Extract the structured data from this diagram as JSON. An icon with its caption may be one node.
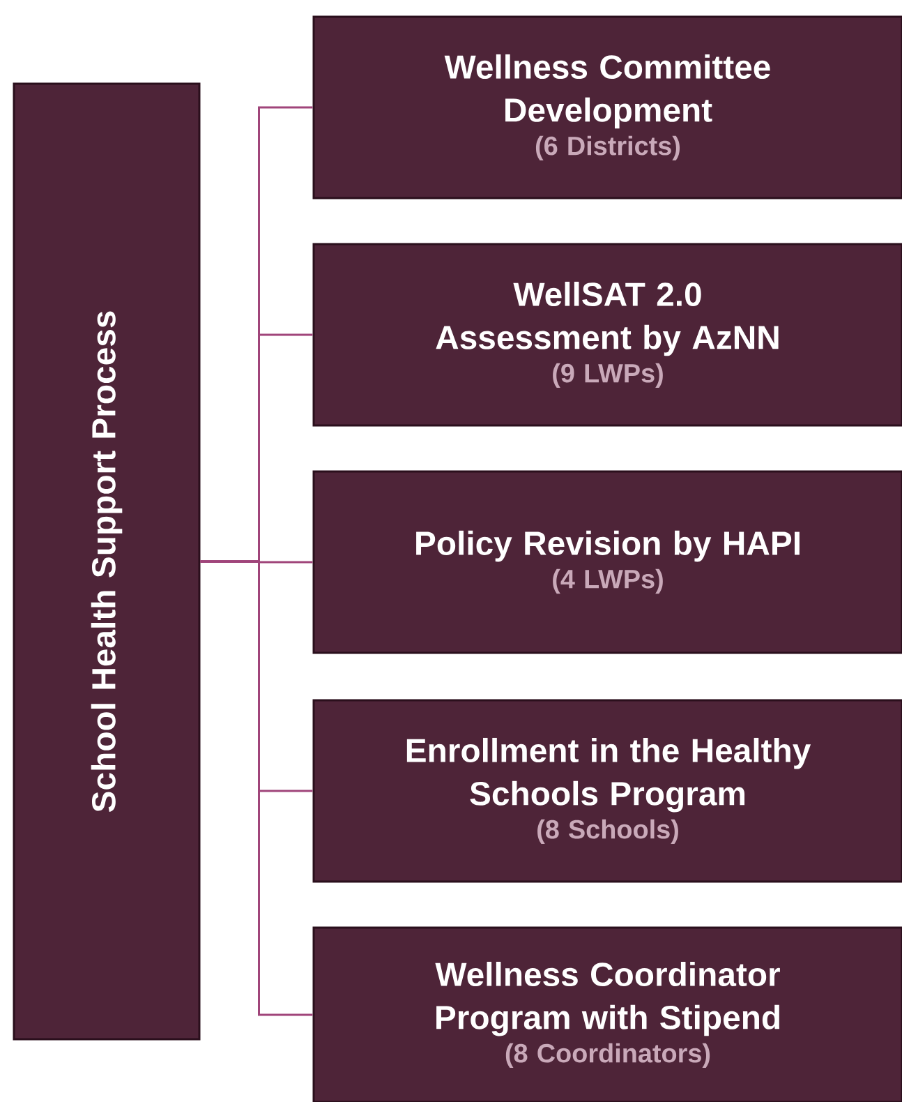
{
  "diagram": {
    "nodes": [
      {
        "text": [
          "School Health Support Process"
        ]
      },
      {
        "text": [
          "Wellness Committee Development",
          "(6 Districts)"
        ]
      },
      {
        "text": [
          "WellSAT 2.0 Assessment by AzNN",
          "(9 LWPs)"
        ]
      },
      {
        "text": [
          "Policy Revision by HAPI",
          "(4 LWPs)"
        ]
      },
      {
        "text": [
          "Enrollment in the Healthy Schools Program",
          "(8 Schools)"
        ]
      },
      {
        "text": [
          "Wellness Coordinator Program with Stipend",
          "(8 Coordinators)"
        ]
      }
    ],
    "edges": [
      {
        "from": 0,
        "to": 1,
        "arrow": "none"
      },
      {
        "from": 0,
        "to": 2,
        "arrow": "none"
      },
      {
        "from": 0,
        "to": 3,
        "arrow": "none"
      },
      {
        "from": 0,
        "to": 4,
        "arrow": "none"
      },
      {
        "from": 0,
        "to": 5,
        "arrow": "none"
      }
    ]
  }
}
